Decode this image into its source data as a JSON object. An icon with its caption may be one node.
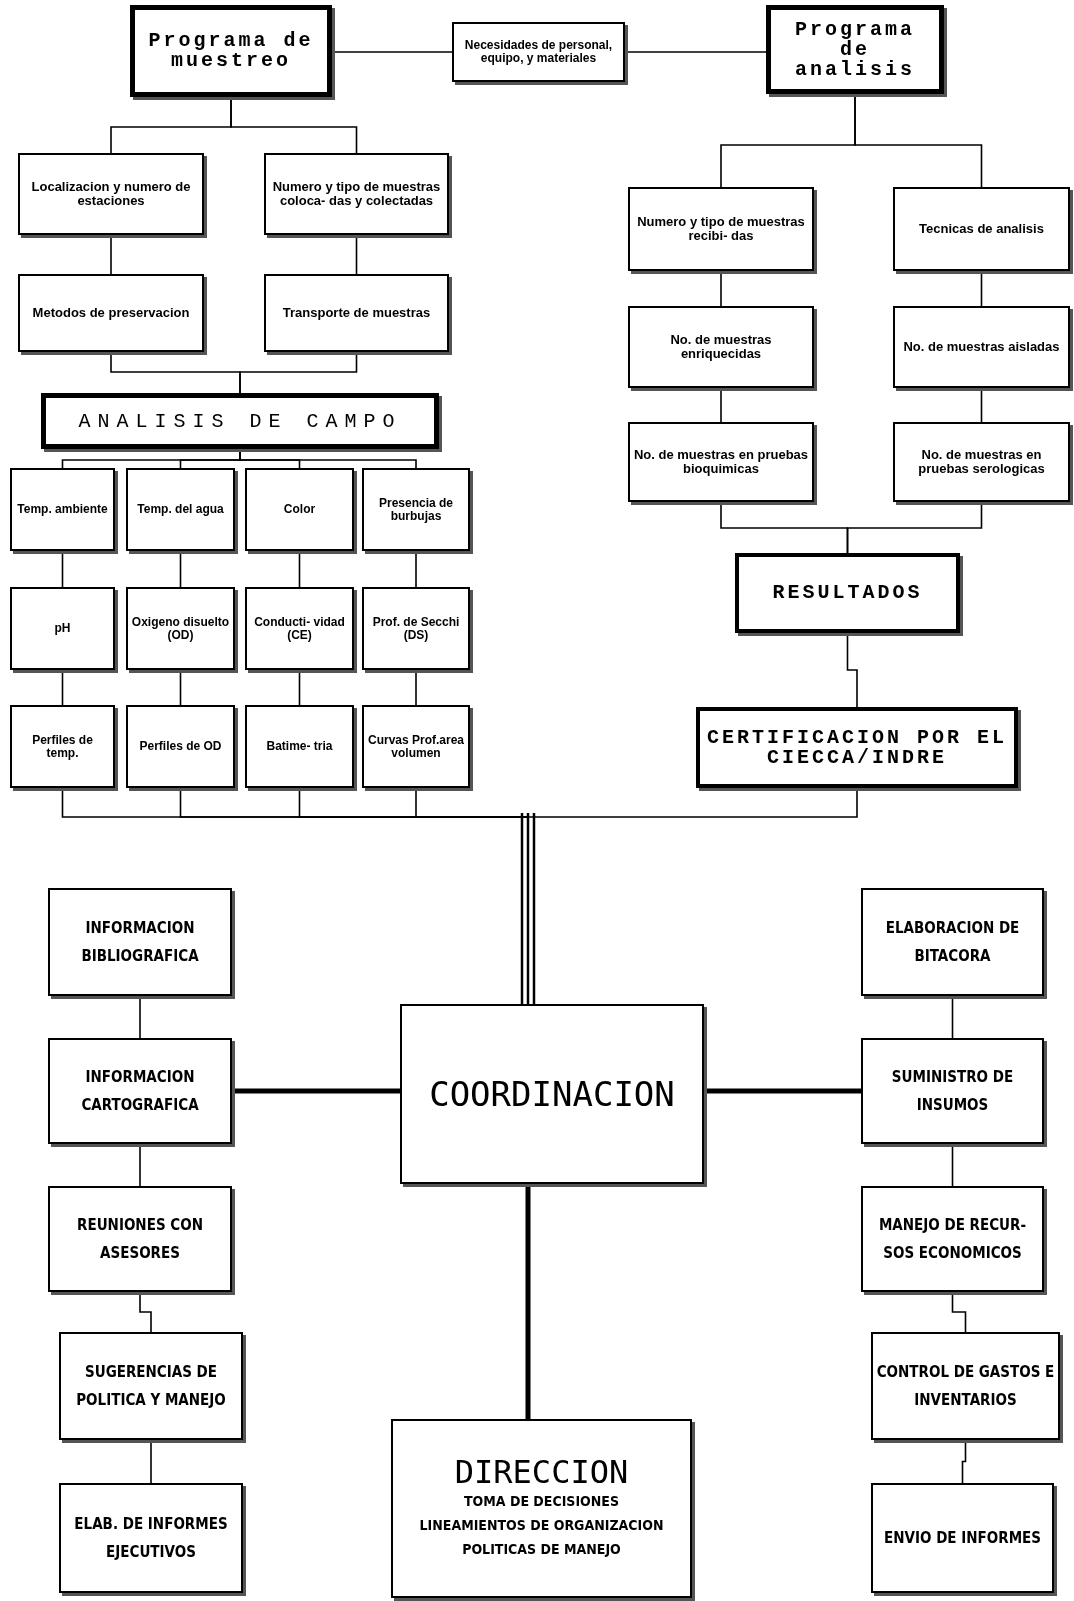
{
  "diagram": {
    "nodes": [
      {
        "text": [
          "Programa de muestreo"
        ]
      },
      {
        "text": [
          "Necesidades de personal, equipo, y materiales"
        ]
      },
      {
        "text": [
          "Programa de analisis"
        ]
      },
      {
        "text": [
          "Localizacion y numero de estaciones"
        ]
      },
      {
        "text": [
          "Numero y tipo de muestras coloca- das y colectadas"
        ]
      },
      {
        "text": [
          "Metodos de preservacion"
        ]
      },
      {
        "text": [
          "Transporte de muestras"
        ]
      },
      {
        "text": [
          "ANALISIS DE CAMPO"
        ]
      },
      {
        "text": [
          "Temp. ambiente"
        ]
      },
      {
        "text": [
          "Temp. del agua"
        ]
      },
      {
        "text": [
          "Color"
        ]
      },
      {
        "text": [
          "Presencia de burbujas"
        ]
      },
      {
        "text": [
          "pH"
        ]
      },
      {
        "text": [
          "Oxigeno disuelto (OD)"
        ]
      },
      {
        "text": [
          "Conducti- vidad (CE)"
        ]
      },
      {
        "text": [
          "Prof. de Secchi (DS)"
        ]
      },
      {
        "text": [
          "Perfiles de temp."
        ]
      },
      {
        "text": [
          "Perfiles de OD"
        ]
      },
      {
        "text": [
          "Batime- tria"
        ]
      },
      {
        "text": [
          "Curvas Prof.area volumen"
        ]
      },
      {
        "text": [
          "Numero y tipo de muestras recibi- das"
        ]
      },
      {
        "text": [
          "Tecnicas de analisis"
        ]
      },
      {
        "text": [
          "No. de muestras enriquecidas"
        ]
      },
      {
        "text": [
          "No. de muestras aisladas"
        ]
      },
      {
        "text": [
          "No. de muestras en pruebas bioquimicas"
        ]
      },
      {
        "text": [
          "No. de muestras en pruebas serologicas"
        ]
      },
      {
        "text": [
          "RESULTADOS"
        ]
      },
      {
        "text": [
          "CERTIFICACION POR EL CIECCA/INDRE"
        ]
      },
      {
        "text": [
          "INFORMACION BIBLIOGRAFICA"
        ]
      },
      {
        "text": [
          "INFORMACION CARTOGRAFICA"
        ]
      },
      {
        "text": [
          "REUNIONES CON ASESORES"
        ]
      },
      {
        "text": [
          "SUGERENCIAS DE POLITICA Y MANEJO"
        ]
      },
      {
        "text": [
          "ELAB. DE INFORMES EJECUTIVOS"
        ]
      },
      {
        "text": [
          "COORDINACION"
        ]
      },
      {
        "text": [
          "DIRECCION",
          "TOMA DE DECISIONES",
          "LINEAMIENTOS DE ORGANIZACION",
          "POLITICAS DE MANEJO"
        ]
      },
      {
        "text": [
          "ELABORACION DE BITACORA"
        ]
      },
      {
        "text": [
          "SUMINISTRO DE INSUMOS"
        ]
      },
      {
        "text": [
          "MANEJO DE RECUR- SOS ECONOMICOS"
        ]
      },
      {
        "text": [
          "CONTROL DE GASTOS E INVENTARIOS"
        ]
      },
      {
        "text": [
          "ENVIO DE INFORMES"
        ]
      }
    ],
    "edges": [
      {
        "from": 0,
        "to": 1,
        "arrow": "none"
      },
      {
        "from": 1,
        "to": 2,
        "arrow": "none"
      },
      {
        "from": 0,
        "to": 3,
        "arrow": "none"
      },
      {
        "from": 0,
        "to": 4,
        "arrow": "none"
      },
      {
        "from": 3,
        "to": 5,
        "arrow": "none"
      },
      {
        "from": 4,
        "to": 6,
        "arrow": "none"
      },
      {
        "from": 5,
        "to": 7,
        "arrow": "none"
      },
      {
        "from": 6,
        "to": 7,
        "arrow": "none"
      },
      {
        "from": 7,
        "to": 8,
        "arrow": "none"
      },
      {
        "from": 7,
        "to": 9,
        "arrow": "none"
      },
      {
        "from": 7,
        "to": 10,
        "arrow": "none"
      },
      {
        "from": 7,
        "to": 11,
        "arrow": "none"
      },
      {
        "from": 8,
        "to": 12,
        "arrow": "none"
      },
      {
        "from": 12,
        "to": 16,
        "arrow": "none"
      },
      {
        "from": 9,
        "to": 13,
        "arrow": "none"
      },
      {
        "from": 13,
        "to": 17,
        "arrow": "none"
      },
      {
        "from": 10,
        "to": 14,
        "arrow": "none"
      },
      {
        "from": 14,
        "to": 18,
        "arrow": "none"
      },
      {
        "from": 11,
        "to": 15,
        "arrow": "none"
      },
      {
        "from": 15,
        "to": 19,
        "arrow": "none"
      },
      {
        "from": 2,
        "to": 20,
        "arrow": "none"
      },
      {
        "from": 2,
        "to": 21,
        "arrow": "none"
      },
      {
        "from": 20,
        "to": 22,
        "arrow": "none"
      },
      {
        "from": 22,
        "to": 24,
        "arrow": "none"
      },
      {
        "from": 21,
        "to": 23,
        "arrow": "none"
      },
      {
        "from": 23,
        "to": 25,
        "arrow": "none"
      },
      {
        "from": 24,
        "to": 26,
        "arrow": "none"
      },
      {
        "from": 25,
        "to": 26,
        "arrow": "none"
      },
      {
        "from": 26,
        "to": 27,
        "arrow": "none"
      },
      {
        "from": 16,
        "to": 33,
        "arrow": "none"
      },
      {
        "from": 17,
        "to": 33,
        "arrow": "none"
      },
      {
        "from": 18,
        "to": 33,
        "arrow": "none"
      },
      {
        "from": 19,
        "to": 33,
        "arrow": "none"
      },
      {
        "from": 27,
        "to": 33,
        "arrow": "none"
      },
      {
        "from": 33,
        "to": 34,
        "arrow": "none",
        "style": "thick"
      },
      {
        "from": 29,
        "to": 33,
        "arrow": "none",
        "style": "thick"
      },
      {
        "from": 33,
        "to": 36,
        "arrow": "none",
        "style": "thick"
      },
      {
        "from": 28,
        "to": 29,
        "arrow": "none"
      },
      {
        "from": 29,
        "to": 30,
        "arrow": "none"
      },
      {
        "from": 30,
        "to": 31,
        "arrow": "none"
      },
      {
        "from": 31,
        "to": 32,
        "arrow": "none"
      },
      {
        "from": 35,
        "to": 36,
        "arrow": "none"
      },
      {
        "from": 36,
        "to": 37,
        "arrow": "none"
      },
      {
        "from": 37,
        "to": 38,
        "arrow": "none"
      },
      {
        "from": 38,
        "to": 39,
        "arrow": "none"
      }
    ]
  }
}
